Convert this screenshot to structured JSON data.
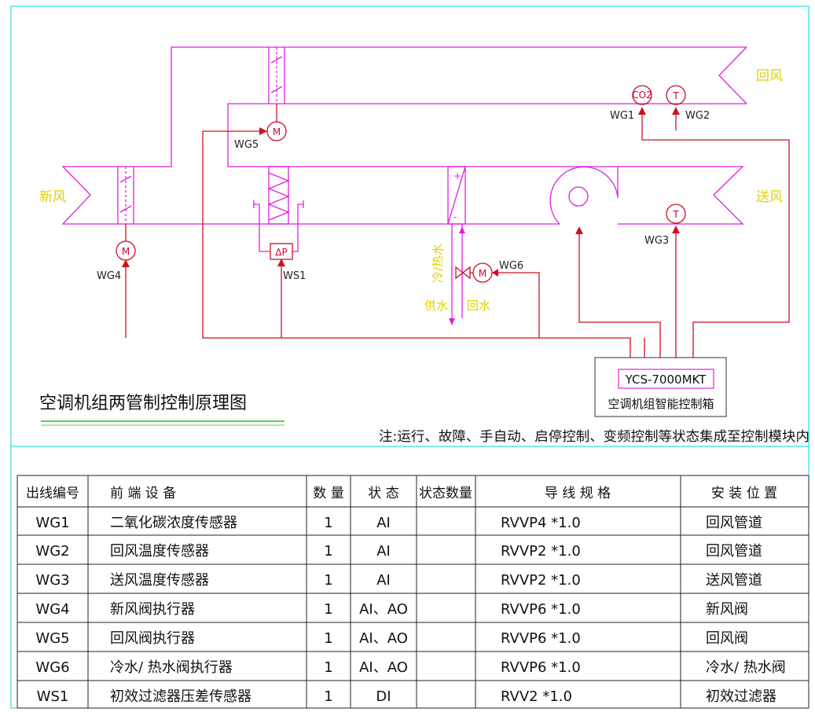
{
  "labels": {
    "return_air": "回风",
    "fresh_air": "新风",
    "supply_air": "送风",
    "cool_heat_water": "冷/热水",
    "supply_water": "供水",
    "return_water": "回水"
  },
  "sensors": {
    "co2": "CO2",
    "temp": "T",
    "motor": "M",
    "diff_pressure": "ΔP"
  },
  "tags": {
    "wg1": "WG1",
    "wg2": "WG2",
    "wg3": "WG3",
    "wg4": "WG4",
    "wg5": "WG5",
    "wg6": "WG6",
    "ws1": "WS1"
  },
  "controller": {
    "model": "YCS-7000MKT",
    "name": "空调机组智能控制箱"
  },
  "title": "空调机组两管制控制原理图",
  "note": "注:运行、故障、手自动、启停控制、变频控制等状态集成至控制模块内",
  "table": {
    "headers": [
      "出线编号",
      "前 端 设 备",
      "数 量",
      "状 态",
      "状态数量",
      "导 线 规 格",
      "安 装 位 置"
    ],
    "rows": [
      [
        "WG1",
        "二氧化碳浓度传感器",
        "1",
        "AI",
        "",
        "RVVP4 *1.0",
        "回风管道"
      ],
      [
        "WG2",
        "回风温度传感器",
        "1",
        "AI",
        "",
        "RVVP2 *1.0",
        "回风管道"
      ],
      [
        "WG3",
        "送风温度传感器",
        "1",
        "AI",
        "",
        "RVVP2 *1.0",
        "送风管道"
      ],
      [
        "WG4",
        "新风阀执行器",
        "1",
        "AI、AO",
        "",
        "RVVP6 *1.0",
        "新风阀"
      ],
      [
        "WG5",
        "回风阀执行器",
        "1",
        "AI、AO",
        "",
        "RVVP6 *1.0",
        "回风阀"
      ],
      [
        "WG6",
        "冷水/ 热水阀执行器",
        "1",
        "AI、AO",
        "",
        "RVVP6 *1.0",
        "冷水/ 热水阀"
      ],
      [
        "WS1",
        "初效过滤器压差传感器",
        "1",
        "DI",
        "",
        "RVV2 *1.0",
        "初效过滤器"
      ]
    ]
  },
  "colors": {
    "duct": "#e020e0",
    "wire": "#d01020",
    "frame": "#00d8d8",
    "label": "#e0d000"
  }
}
